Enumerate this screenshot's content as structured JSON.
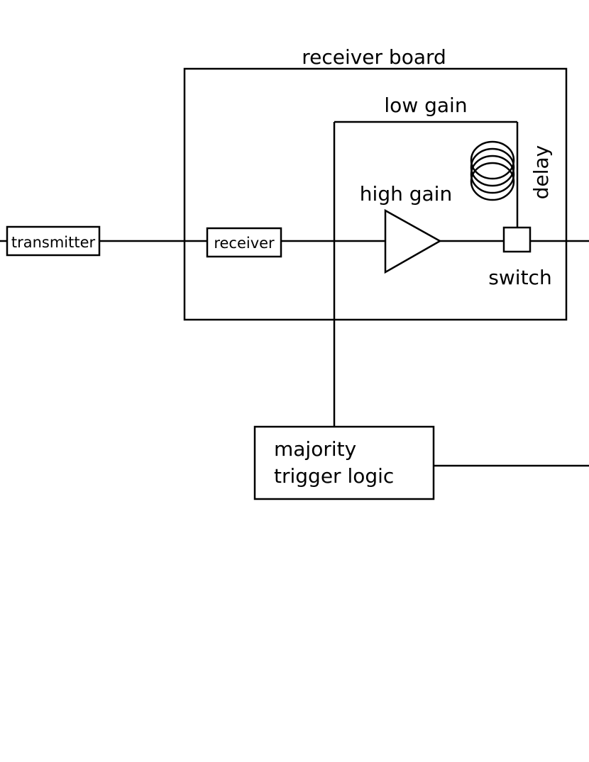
{
  "labels": {
    "receiver_board": "receiver board",
    "low_gain": "low gain",
    "high_gain": "high gain",
    "delay": "delay",
    "switch": "switch",
    "transmitter": "transmitter",
    "receiver": "receiver",
    "majority_line1": "majority",
    "majority_line2": "trigger logic"
  },
  "colors": {
    "stroke": "#000000",
    "background": "#ffffff"
  }
}
